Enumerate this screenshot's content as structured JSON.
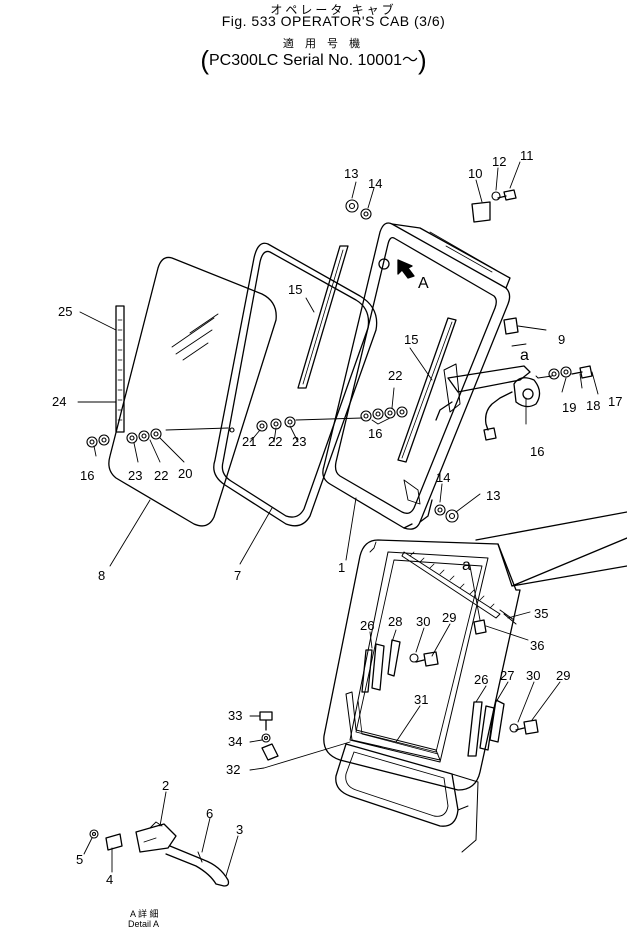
{
  "header": {
    "jp_title": "オペレータ キャブ",
    "fig_title": "Fig. 533 OPERATOR'S CAB (3/6)",
    "jp_applicable": "適 用 号 機",
    "serial": "PC300LC Serial No. 10001～"
  },
  "callouts": [
    "1",
    "2",
    "3",
    "4",
    "5",
    "6",
    "7",
    "8",
    "9",
    "10",
    "11",
    "12",
    "13",
    "14",
    "15",
    "16",
    "17",
    "18",
    "19",
    "20",
    "21",
    "22",
    "23",
    "24",
    "25",
    "26",
    "27",
    "28",
    "29",
    "30",
    "31",
    "32",
    "33",
    "34",
    "35",
    "36"
  ],
  "view_marks": {
    "arrow_label": "A",
    "small_a": "a"
  },
  "detail_caption": {
    "jp": "A 詳 細",
    "en": "Detail A"
  }
}
